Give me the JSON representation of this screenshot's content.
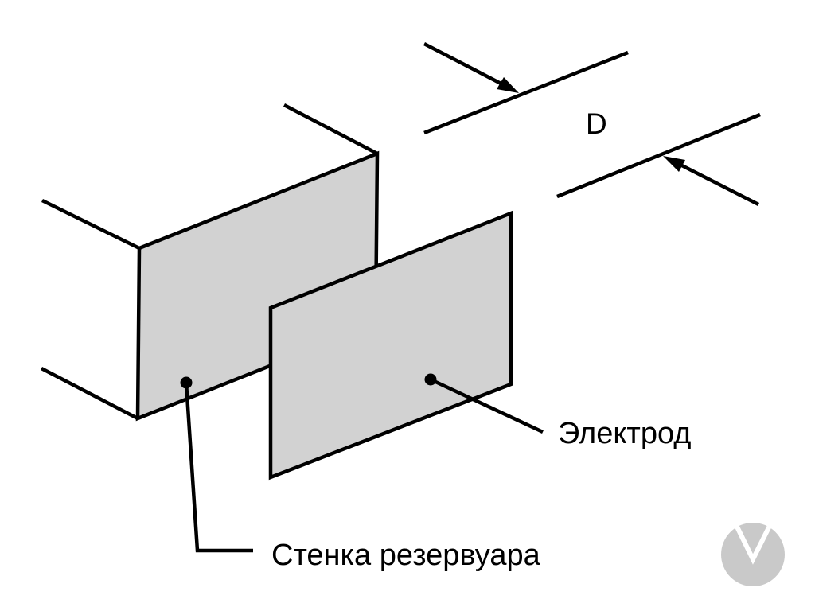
{
  "diagram": {
    "background": "#ffffff",
    "stroke_color": "#000000",
    "plate_fill": "#d2d2d2",
    "logo_color": "#c9c9c9",
    "labels": {
      "dimension": "D",
      "electrode": "Электрод",
      "wall": "Стенка резервуара"
    }
  }
}
